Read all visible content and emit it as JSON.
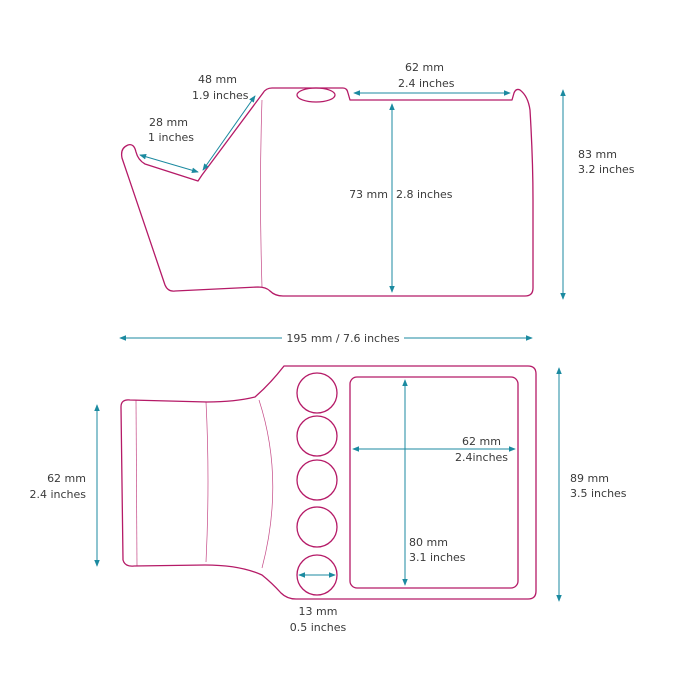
{
  "colors": {
    "outline": "#b51a67",
    "dimension": "#1b8aa0",
    "text": "#3a3a3a"
  },
  "side_view": {
    "width_top": {
      "mm": "62 mm",
      "in": "2.4 inches"
    },
    "angled": {
      "mm": "48 mm",
      "in": "1.9 inches"
    },
    "lip": {
      "mm": "28 mm",
      "in": "1 inches"
    },
    "inner_height": {
      "mm": "73 mm",
      "in": "2.8 inches"
    },
    "height": {
      "mm": "83 mm",
      "in": "3.2 inches"
    }
  },
  "overall_length": "195 mm / 7.6 inches",
  "top_view": {
    "handle_width": {
      "mm": "62 mm",
      "in": "2.4 inches"
    },
    "tray_width": {
      "mm": "62 mm",
      "in": "2.4inches"
    },
    "tray_length": {
      "mm": "80 mm",
      "in": "3.1 inches"
    },
    "width": {
      "mm": "89 mm",
      "in": "3.5 inches"
    },
    "hole_diameter": {
      "mm": "13 mm",
      "in": "0.5 inches"
    }
  }
}
